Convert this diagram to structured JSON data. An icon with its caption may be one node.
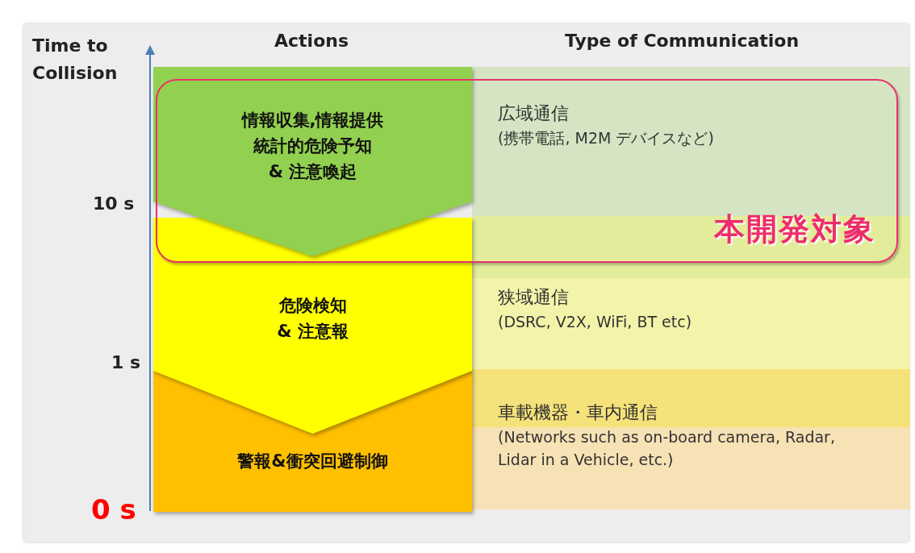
{
  "diagram": {
    "nodes": [
      {
        "text": [
          "情報収集,情報提供",
          "統計的危険予知",
          "& 注意喚起"
        ]
      },
      {
        "text": [
          "広域通信",
          "(携帯電話, M2M デバイスなど)"
        ]
      },
      {
        "text": [
          "本開発対象"
        ]
      },
      {
        "text": [
          "危険検知",
          "& 注意報"
        ]
      },
      {
        "text": [
          "狭域通信",
          "(DSRC, V2X, WiFi, BT etc)"
        ]
      },
      {
        "text": [
          "警報&衝突回避制御"
        ]
      },
      {
        "text": [
          "車載機器・車内通信",
          "(Networks such as on-board camera, Radar, Lidar in a Vehicle, etc.)"
        ]
      }
    ],
    "edges": [],
    "labels": [
      "Time to Collision",
      "Actions",
      "Type of Communication",
      "10 s",
      "1 s",
      "0 s"
    ]
  }
}
